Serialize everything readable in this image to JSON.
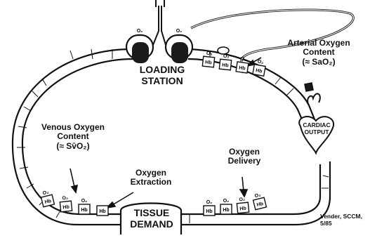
{
  "labels": {
    "loading_station": [
      "LOADING",
      "STATION"
    ],
    "arterial_content": [
      "Arterial Oxygen",
      "Content"
    ],
    "arterial_approx": "(≈ SaO₂)",
    "venous_content": [
      "Venous Oxygen",
      "Content"
    ],
    "venous_approx": "(≈ Sv̄O₂)",
    "oxygen_extraction": [
      "Oxygen",
      "Extraction"
    ],
    "oxygen_delivery": [
      "Oxygen",
      "Delivery"
    ],
    "tissue_demand": [
      "TISSUE",
      "DEMAND"
    ],
    "cardiac_output": [
      "CARDIAC",
      "OUTPUT"
    ],
    "credit": [
      "Vender, SCCM,",
      "5/85"
    ]
  },
  "cell_labels": {
    "hemoglobin": "Hb",
    "oxygen": "O₂"
  },
  "colors": {
    "line": "#111111",
    "background": "#ffffff",
    "dark_fill": "#1a1a1a"
  }
}
